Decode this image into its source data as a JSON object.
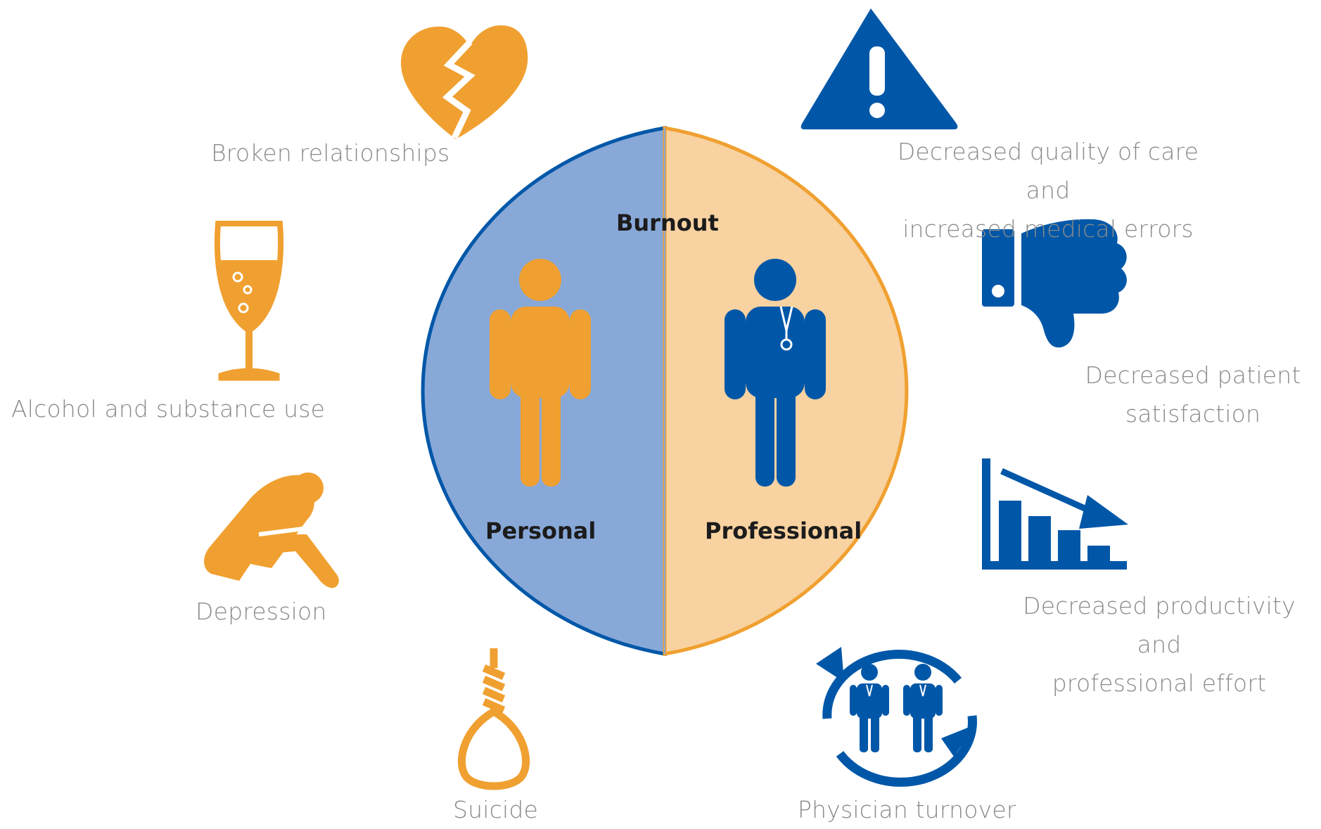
{
  "colors": {
    "blue": "#0057a8",
    "blue_fill": "#88a8d8",
    "orange": "#f0a030",
    "orange_fill": "#f8d2a0",
    "label_gray": "#8a8a8a"
  },
  "center": {
    "title": "Burnout",
    "left_label": "Personal",
    "right_label": "Professional"
  },
  "personal_effects": [
    {
      "label": "Broken relationships",
      "icon": "broken-heart-icon"
    },
    {
      "label": "Alcohol and substance use",
      "icon": "wine-glass-icon"
    },
    {
      "label": "Depression",
      "icon": "depressed-person-icon"
    },
    {
      "label": "Suicide",
      "icon": "noose-icon"
    }
  ],
  "professional_effects": [
    {
      "label_line1": "Decreased quality of care and",
      "label_line2": "increased medical errors",
      "icon": "warning-icon"
    },
    {
      "label_line1": "Decreased patient",
      "label_line2": "satisfaction",
      "icon": "thumbs-down-icon"
    },
    {
      "label_line1": "Decreased productivity and",
      "label_line2": "professional effort",
      "icon": "declining-bar-chart-icon"
    },
    {
      "label": "Physician turnover",
      "icon": "physician-turnover-icon"
    }
  ]
}
